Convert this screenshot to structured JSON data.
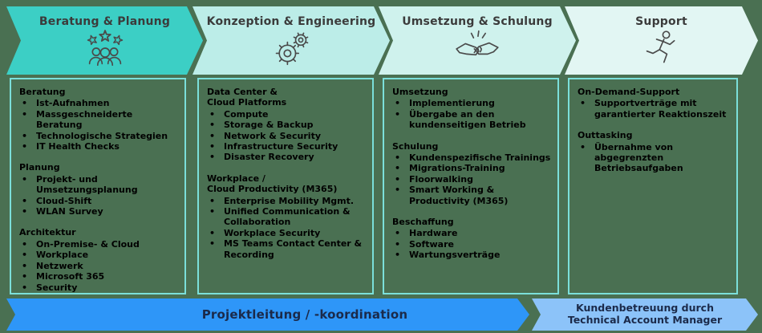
{
  "background_color": "#4A7052",
  "colors": {
    "box_border": "#7BDFDA",
    "chevron_title_text": "#3B3B3B",
    "body_text": "#000000",
    "icon_stroke": "#4A4A4A"
  },
  "phases": [
    {
      "title": "Beratung & Planung",
      "icon": "team-stars-icon",
      "color": "#3CCFC5"
    },
    {
      "title": "Konzeption & Engineering",
      "icon": "gears-icon",
      "color": "#BCEDE8"
    },
    {
      "title": "Umsetzung & Schulung",
      "icon": "handshake-icon",
      "color": "#CFF2ED"
    },
    {
      "title": "Support",
      "icon": "runner-icon",
      "color": "#E2F6F3"
    }
  ],
  "columns": [
    {
      "sections": [
        {
          "heading": "Beratung",
          "bullets": [
            "Ist-Aufnahmen",
            "Massgeschneiderte Beratung",
            "Technologische Strategien",
            "IT Health Checks"
          ]
        },
        {
          "heading": "Planung",
          "bullets": [
            "Projekt- und Umsetzungsplanung",
            "Cloud-Shift",
            "WLAN Survey"
          ]
        },
        {
          "heading": "Architektur",
          "bullets": [
            "On-Premise- & Cloud",
            "Workplace",
            "Netzwerk",
            "Microsoft 365",
            "Security"
          ]
        }
      ]
    },
    {
      "sections": [
        {
          "heading": "Data Center &\nCloud Platforms",
          "bullets": [
            "Compute",
            "Storage & Backup",
            "Network & Security",
            "Infrastructure Security",
            "Disaster Recovery"
          ]
        },
        {
          "heading": "Workplace /\nCloud Productivity (M365)",
          "bullets": [
            "Enterprise Mobility Mgmt.",
            "Unified Communication & Collaboration",
            "Workplace Security",
            "MS Teams Contact Center & Recording"
          ]
        }
      ]
    },
    {
      "sections": [
        {
          "heading": "Umsetzung",
          "bullets": [
            "Implementierung",
            "Übergabe an den kundenseitigen Betrieb"
          ]
        },
        {
          "heading": "Schulung",
          "bullets": [
            "Kundenspezifische Trainings",
            "Migrations-Training",
            "Floorwalking",
            "Smart Working & Productivity (M365)"
          ]
        },
        {
          "heading": "Beschaffung",
          "bullets": [
            "Hardware",
            "Software",
            "Wartungsverträge"
          ]
        }
      ]
    },
    {
      "sections": [
        {
          "heading": "On-Demand-Support",
          "bullets": [
            "Supportverträge mit garan­tierter Reaktionszeit"
          ]
        },
        {
          "heading": "Outtasking",
          "bullets": [
            "Übernahme von abgegrenzten Betriebsaufgaben"
          ]
        }
      ]
    }
  ],
  "footer": {
    "project_label": "Projektleitung / -koordination",
    "account_line1": "Kundenbetreuung  durch",
    "account_line2": "Technical Account Manager",
    "project_color": "#2E96F8",
    "account_color": "#8CC3F9",
    "text_color": "#1B2A4A"
  }
}
